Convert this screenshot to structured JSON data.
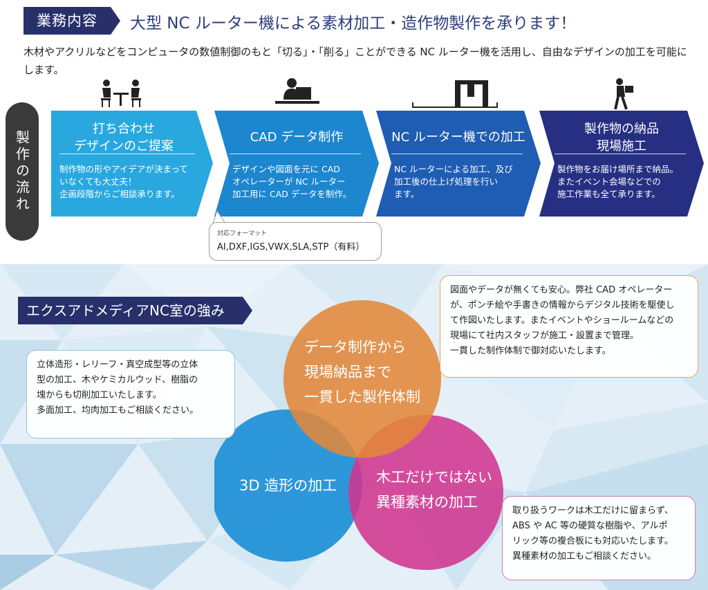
{
  "header": {
    "section_tag": "業務内容",
    "headline": "大型 NC ルーター機による素材加工・造作物製作を承ります！",
    "intro": "木材やアクリルなどをコンピュータの数値制御のもと「切る」・「削る」ことができる NC ルーター機を活用し、自由なデザインの加工を可能にします。"
  },
  "flow": {
    "label": "製作の流れ",
    "steps": [
      {
        "title_line1": "打ち合わせ",
        "title_line2": "デザインのご提案",
        "desc_lines": [
          "制作物の形やアイデアが決まって",
          "いなくても大丈夫！",
          "企画段階からご相談承ります。"
        ],
        "color": "#29a8e0",
        "icon": "meeting-icon"
      },
      {
        "title_line1": "CAD データ制作",
        "title_line2": "",
        "desc_lines": [
          "デザインや図面を元に CAD",
          "オペレーターが NC ルーター",
          "加工用に CAD データを制作。"
        ],
        "color": "#1c86cf",
        "icon": "computer-operator-icon"
      },
      {
        "title_line1": "NC ルーター機での加工",
        "title_line2": "",
        "desc_lines": [
          "NC ルーターによる加工、及び",
          "加工後の仕上げ処理を行い",
          "ます。"
        ],
        "color": "#1f5cb3",
        "icon": "nc-router-machine-icon"
      },
      {
        "title_line1": "製作物の納品",
        "title_line2": "現場施工",
        "desc_lines": [
          "製作物をお届け場所まで納品。",
          "またイベント会場などでの",
          "施工作業も全て承ります。"
        ],
        "color": "#262f82",
        "icon": "delivery-worker-icon"
      }
    ],
    "format_label": "対応フォーマット",
    "format_list": "AI,DXF,IGS,VWX,SLA,STP（有料）"
  },
  "strengths": {
    "tag": "エクスアドメディアNC室の強み",
    "note_left": [
      "立体造形・レリーフ・真空成型等の立体",
      "型の加工、木やケミカルウッド、樹脂の",
      "塊からも切削加工いたします。",
      "多面加工、均肉加工もご相談ください。"
    ],
    "note_top": [
      "図面やデータが無くても安心。弊社 CAD オペレーター",
      "が、ポンチ絵や手書きの情報からデジタル技術を駆使し",
      "て作図いたします。またイベントやショールームなどの",
      "現場にて社内スタッフが施工・設置まで管理。",
      "一貫した制作体制で御対応いたします。"
    ],
    "note_bottom": [
      "取り扱うワークは木工だけに留まらず、",
      "ABS や AC 等の硬質な樹脂や、アルポ",
      "リック等の複合板にも対応いたします。",
      "異種素材の加工もご相談ください。"
    ],
    "circle_orange": [
      "データ制作から",
      "現場納品まで",
      "一貫した製作体制"
    ],
    "circle_blue": [
      "3D 造形の加工"
    ],
    "circle_pink": [
      "木工だけではない",
      "異種素材の加工"
    ],
    "colors": {
      "orange": "#e3883a",
      "blue": "#1d8fd6",
      "pink": "#d2358f"
    }
  }
}
